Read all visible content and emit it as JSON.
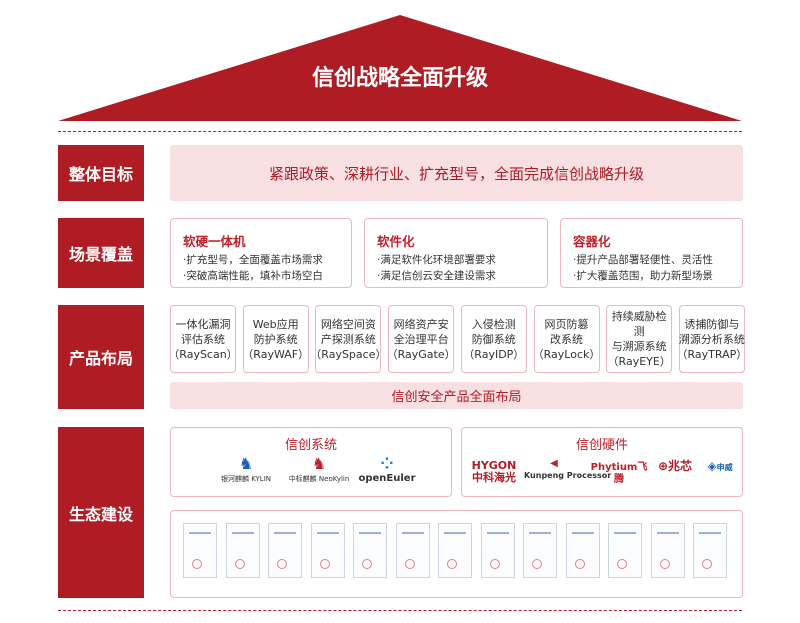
{
  "title": "信创战略全面升级",
  "rows": {
    "goal": {
      "label": "整体目标",
      "text": "紧跟政策、深耕行业、扩充型号，全面完成信创战略升级"
    },
    "scenario": {
      "label": "场景覆盖",
      "cards": [
        {
          "title": "软硬一体机",
          "lines": [
            "·扩充型号，全面覆盖市场需求",
            "·突破高端性能，填补市场空白"
          ]
        },
        {
          "title": "软件化",
          "lines": [
            "·满足软件化环境部署要求",
            "·满足信创云安全建设需求"
          ]
        },
        {
          "title": "容器化",
          "lines": [
            "·提升产品部署轻便性、灵活性",
            "·扩大覆盖范围，助力新型场景"
          ]
        }
      ]
    },
    "products": {
      "label": "产品布局",
      "items": [
        {
          "l1": "一体化漏洞",
          "l2": "评估系统",
          "l3": "（RayScan）"
        },
        {
          "l1": "Web应用",
          "l2": "防护系统",
          "l3": "（RayWAF）"
        },
        {
          "l1": "网络空间资",
          "l2": "产探测系统",
          "l3": "（RaySpace）"
        },
        {
          "l1": "网络资产安",
          "l2": "全治理平台",
          "l3": "（RayGate）"
        },
        {
          "l1": "入侵检测",
          "l2": "防御系统",
          "l3": "（RayIDP）"
        },
        {
          "l1": "网页防篡",
          "l2": "改系统",
          "l3": "（RayLock）"
        },
        {
          "l1": "持续威胁检测",
          "l2": "与溯源系统",
          "l3": "（RayEYE）"
        },
        {
          "l1": "诱捕防御与",
          "l2": "溯源分析系统",
          "l3": "（RayTRAP）"
        }
      ],
      "footer": "信创安全产品全面布局"
    },
    "ecosystem": {
      "label": "生态建设",
      "systems_title": "信创系统",
      "systems": [
        "银河麒麟 KYLIN",
        "中标麒麟 NeoKylin",
        "openEuler"
      ],
      "hardware_title": "信创硬件",
      "hardware": [
        "HYGON 中科海光",
        "Kunpeng Processor",
        "Phytium飞腾",
        "兆芯",
        "申威"
      ]
    }
  },
  "colors": {
    "primary": "#b01c24",
    "light": "#f8dfe2"
  }
}
